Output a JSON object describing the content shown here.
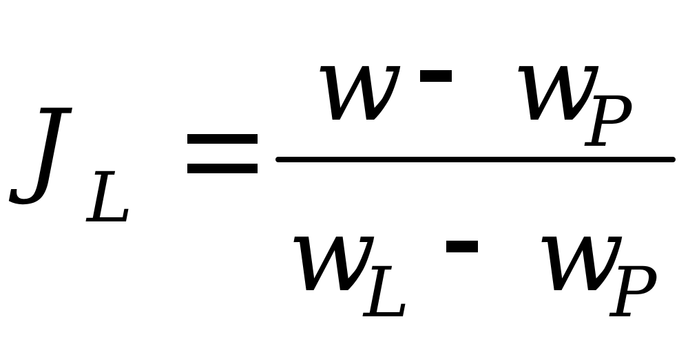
{
  "formula": {
    "lhs": {
      "symbol": "J",
      "subscript": "L"
    },
    "equals": "=",
    "numerator": {
      "term1": "w",
      "operator": "-",
      "term2": "w",
      "term2_subscript": "P"
    },
    "denominator": {
      "term1": "w",
      "term1_subscript": "L",
      "operator": "-",
      "term2": "w",
      "term2_subscript": "P"
    }
  }
}
